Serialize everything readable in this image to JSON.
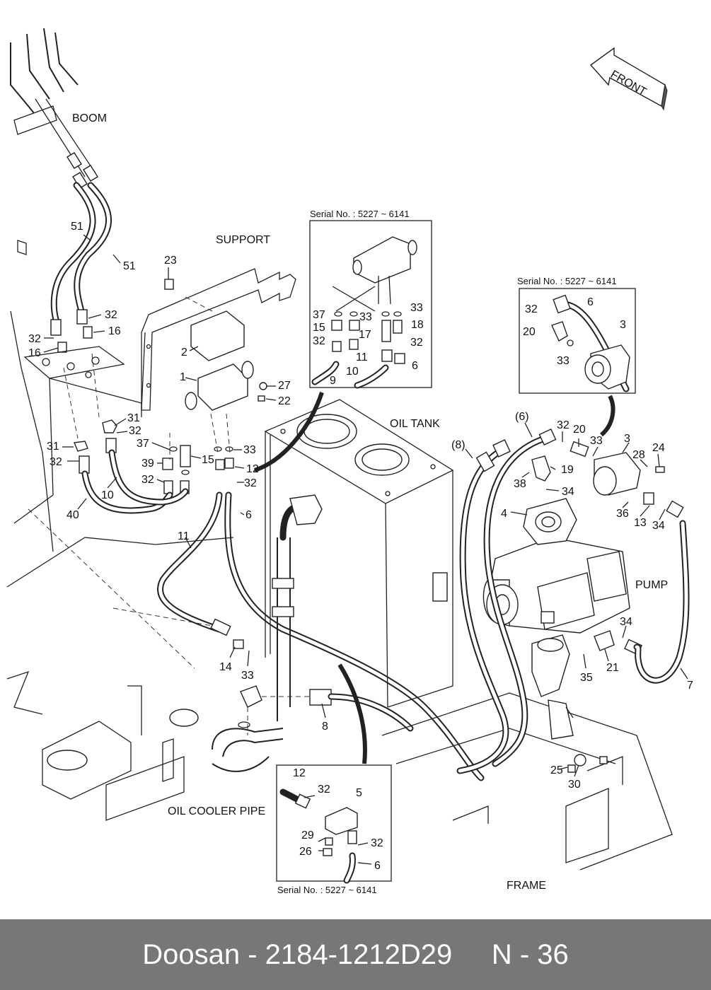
{
  "captions": {
    "boom": "BOOM",
    "support": "SUPPORT",
    "oil_tank": "OIL TANK",
    "pump": "PUMP",
    "frame": "FRAME",
    "oil_cooler_pipe": "OIL COOLER PIPE",
    "front": "FRONT"
  },
  "serial_note": "Serial No. : 5227 ~ 6141",
  "callouts": {
    "main": [
      "51",
      "51",
      "32",
      "16",
      "32",
      "16",
      "23",
      "2",
      "1",
      "27",
      "22",
      "31",
      "32",
      "31",
      "32",
      "37",
      "15",
      "33",
      "39",
      "12",
      "32",
      "32",
      "40",
      "10",
      "11",
      "6",
      "14",
      "33",
      "8",
      "(8)",
      "(6)",
      "32",
      "20",
      "33",
      "3",
      "28",
      "24",
      "19",
      "38",
      "34",
      "4",
      "36",
      "13",
      "34",
      "34",
      "21",
      "35",
      "7",
      "25",
      "30"
    ],
    "inset_top": [
      "37",
      "33",
      "33",
      "15",
      "17",
      "18",
      "32",
      "32",
      "11",
      "6",
      "9",
      "10"
    ],
    "inset_right": [
      "32",
      "6",
      "3",
      "20",
      "33"
    ],
    "inset_bottom": [
      "12",
      "32",
      "5",
      "29",
      "26",
      "32",
      "6"
    ]
  },
  "footer": {
    "text": "Doosan - 2184-1212D29     N - 36"
  }
}
